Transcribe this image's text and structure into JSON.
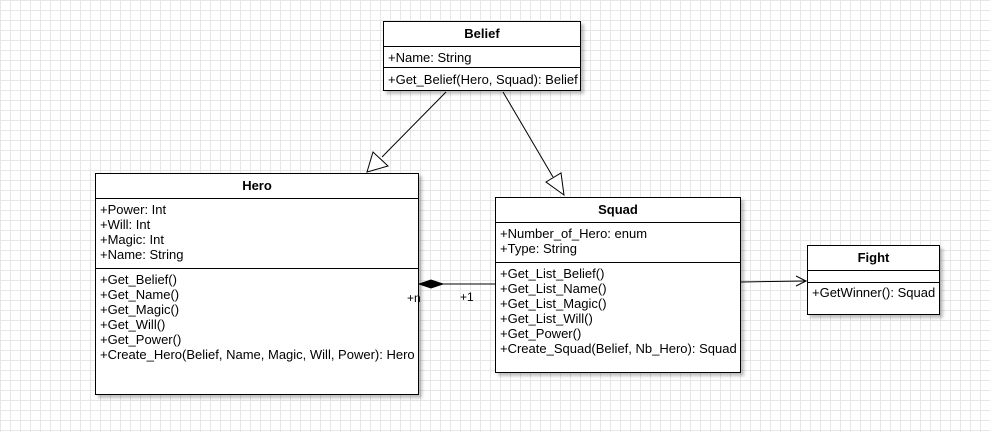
{
  "diagram": {
    "classes": {
      "belief": {
        "name": "Belief",
        "attributes": [
          "+Name: String"
        ],
        "operations": [
          "+Get_Belief(Hero, Squad): Belief"
        ]
      },
      "hero": {
        "name": "Hero",
        "attributes": [
          "+Power: Int",
          "+Will: Int",
          "+Magic: Int",
          "+Name: String"
        ],
        "operations": [
          "+Get_Belief()",
          "+Get_Name()",
          "+Get_Magic()",
          "+Get_Will()",
          "+Get_Power()",
          "+Create_Hero(Belief, Name, Magic, Will, Power): Hero"
        ]
      },
      "squad": {
        "name": "Squad",
        "attributes": [
          "+Number_of_Hero: enum",
          "+Type: String"
        ],
        "operations": [
          "+Get_List_Belief()",
          "+Get_List_Name()",
          "+Get_List_Magic()",
          "+Get_List_Will()",
          "+Get_Power()",
          "+Create_Squad(Belief, Nb_Hero): Squad"
        ]
      },
      "fight": {
        "name": "Fight",
        "attributes": [],
        "operations": [
          "+GetWinner(): Squad"
        ]
      }
    },
    "relations": {
      "hero_squad": {
        "type": "composition",
        "hero_multiplicity": "+n",
        "squad_multiplicity": "+1"
      },
      "hero_belief": {
        "type": "generalization"
      },
      "squad_belief": {
        "type": "generalization"
      },
      "squad_fight": {
        "type": "association"
      }
    }
  }
}
